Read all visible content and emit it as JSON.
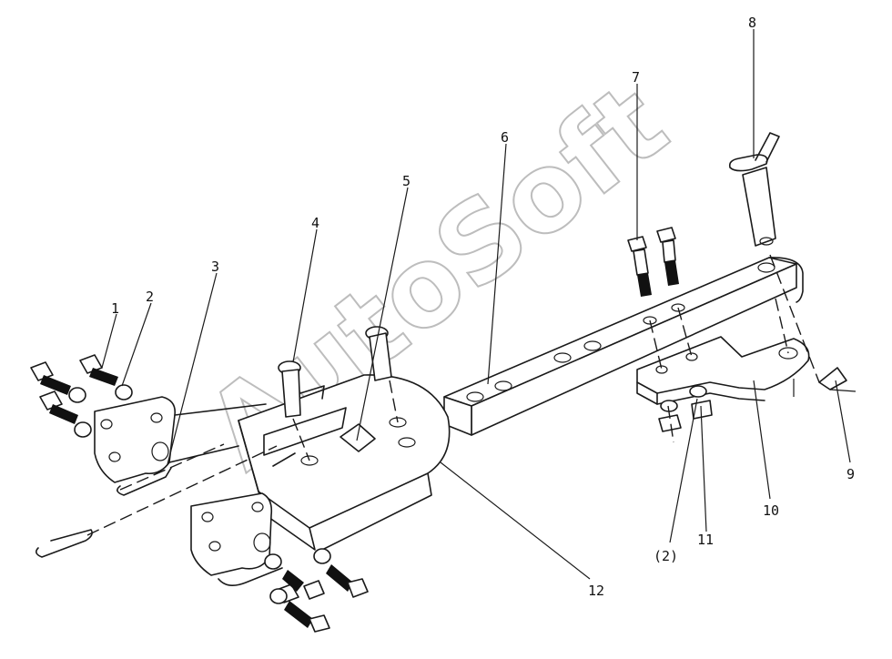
{
  "watermark": "AutoSoft",
  "callouts": [
    {
      "id": "1",
      "text": "1"
    },
    {
      "id": "2",
      "text": "2"
    },
    {
      "id": "3",
      "text": "3"
    },
    {
      "id": "4",
      "text": "4"
    },
    {
      "id": "5",
      "text": "5"
    },
    {
      "id": "6",
      "text": "6"
    },
    {
      "id": "7",
      "text": "7"
    },
    {
      "id": "8",
      "text": "8"
    },
    {
      "id": "9",
      "text": "9"
    },
    {
      "id": "10",
      "text": "10"
    },
    {
      "id": "11",
      "text": "11"
    },
    {
      "id": "12",
      "text": "12"
    },
    {
      "id": "2b",
      "text": "(2)"
    }
  ]
}
